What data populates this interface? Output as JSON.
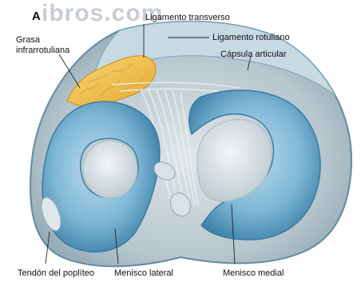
{
  "figure": {
    "panel_letter": "A",
    "watermark": "ibros.com",
    "colors": {
      "meniscus": "#7eb7d6",
      "plateau": "#b9c6cc",
      "capsule": "#9cc0d4",
      "ligament": "#e6eef2",
      "fat": "#f2c14e"
    },
    "labels": {
      "ligamento_transverso": "Ligamento transverso",
      "ligamento_rotuliano": "Ligamento rotuliano",
      "capsula_articular": "Cápsula articular",
      "grasa_line1": "Grasa",
      "grasa_line2": "infrarrotuliana",
      "tendon_popliteo": "Tendón del poplíteo",
      "menisco_lateral": "Menisco lateral",
      "menisco_medial": "Menisco medial"
    }
  }
}
